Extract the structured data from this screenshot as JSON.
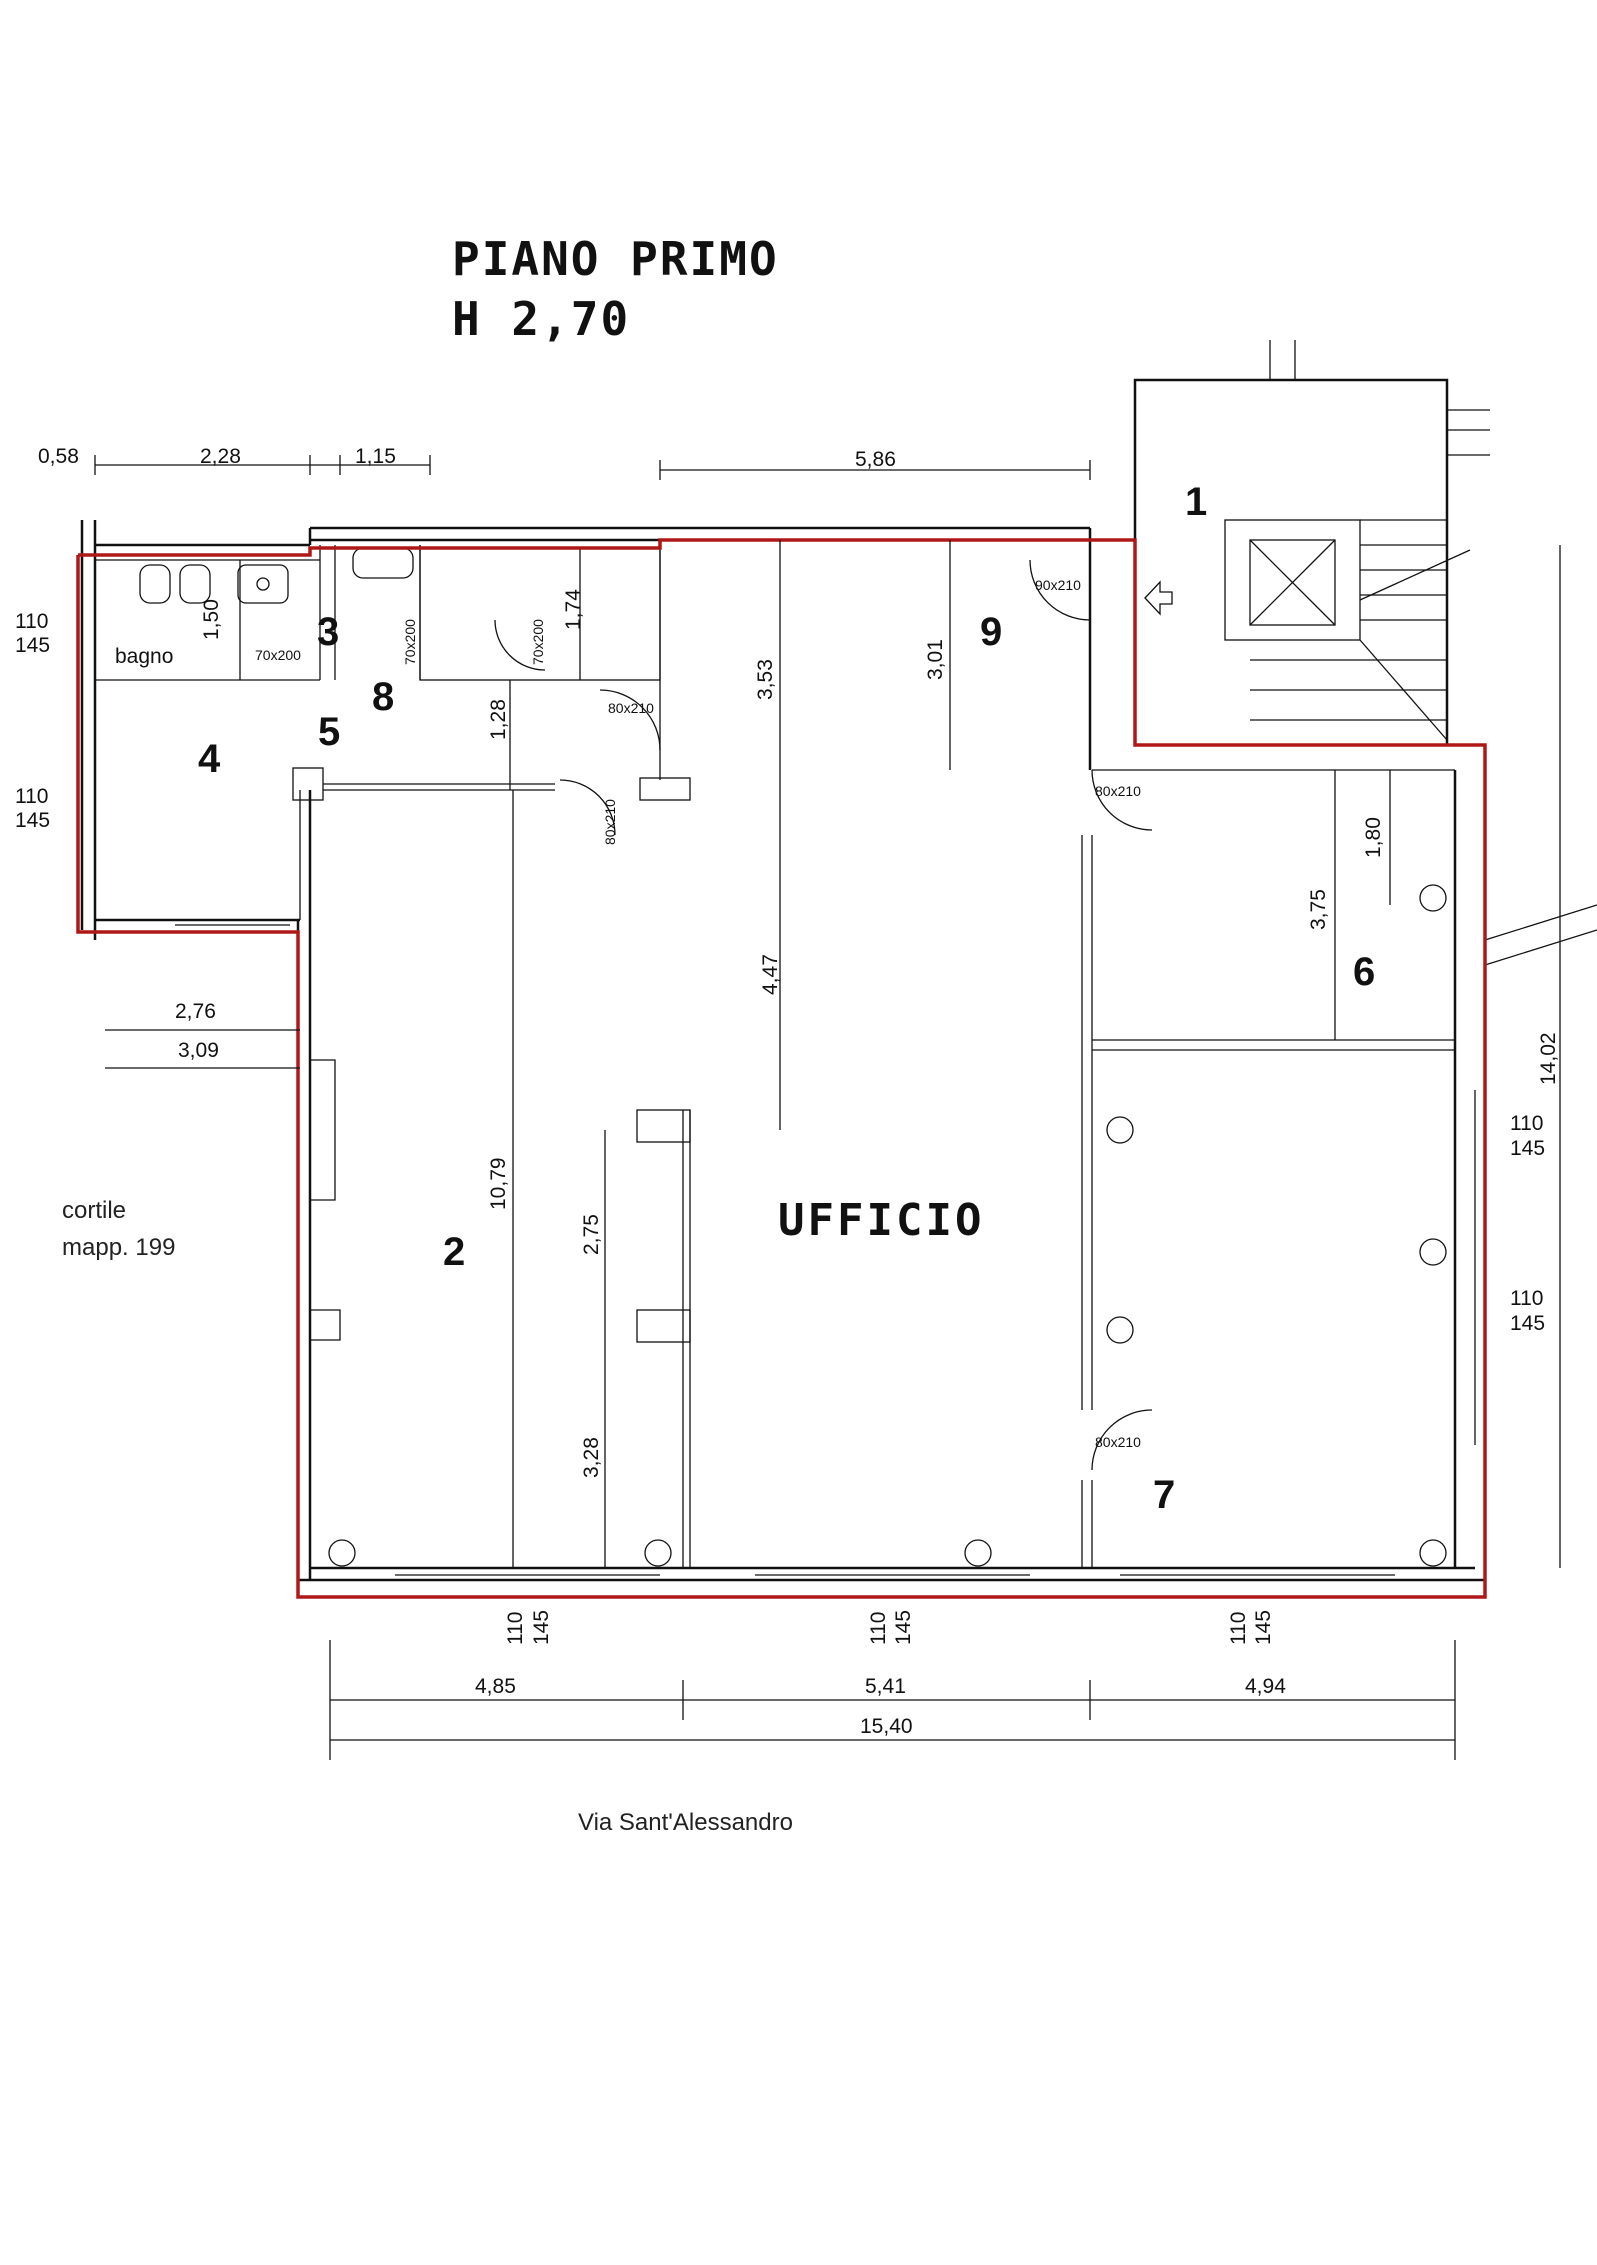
{
  "title": {
    "line1": "PIANO PRIMO",
    "line2": "H 2,70"
  },
  "main_label": "UFFICIO",
  "room_labels": {
    "bagno": "bagno",
    "courtyard_line1": "cortile",
    "courtyard_line2": "mapp.  199",
    "street": "Via  Sant'Alessandro"
  },
  "room_numbers": [
    "1",
    "2",
    "3",
    "4",
    "5",
    "6",
    "7",
    "8",
    "9"
  ],
  "dimensions": {
    "top_058": "0,58",
    "top_228": "2,28",
    "top_115": "1,15",
    "top_586": "5,86",
    "v_150": "1,50",
    "v_174": "1,74",
    "v_128": "1,28",
    "v_353": "3,53",
    "v_301": "3,01",
    "v_447": "4,47",
    "v_1079": "10,79",
    "v_275": "2,75",
    "v_328": "3,28",
    "v_180": "1,80",
    "v_375": "3,75",
    "v_1402": "14,02",
    "left_276": "2,76",
    "left_309": "3,09",
    "bottom_485": "4,85",
    "bottom_541": "5,41",
    "bottom_494": "4,94",
    "bottom_1540": "15,40"
  },
  "windows": {
    "sill": "110",
    "head": "145"
  },
  "doors": {
    "d_90x210": "90x210",
    "d_80x210_a": "80x210",
    "d_80x210_b": "80x210",
    "d_80x210_c": "80x210",
    "d_80x210_d": "80x210",
    "d_70x200_a": "70x200",
    "d_70x200_b": "70x200",
    "d_70x200_c": "70x200"
  },
  "colors": {
    "boundary": "#b01818",
    "walls": "#111111"
  }
}
